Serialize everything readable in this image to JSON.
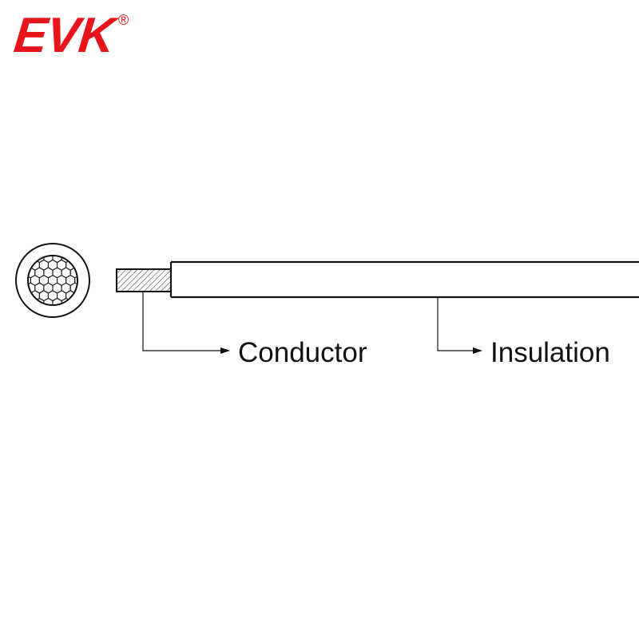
{
  "brand": {
    "logo_text": "EVK",
    "registered_mark": "®",
    "logo_color": "#e8141b"
  },
  "labels": {
    "conductor": "Conductor",
    "insulation": "Insulation"
  },
  "colors": {
    "line": "#111111",
    "hatch": "#444444",
    "background": "#ffffff"
  }
}
